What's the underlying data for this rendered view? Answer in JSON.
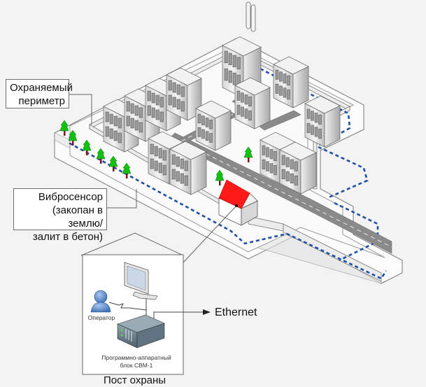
{
  "title": "Схема периметральной охраны с вибросенсором",
  "callouts": {
    "perimeter": [
      "Охраняемый",
      "периметр"
    ],
    "sensor": [
      "Вибросенсор",
      "(закопан в землю/",
      "залит в бетон)"
    ]
  },
  "guard_post": {
    "title": "Пост охраны",
    "operator_label": "Оператор",
    "unit_label": [
      "Программно-аппаратный",
      "блок СВМ-1"
    ],
    "network_label": "Ethernet"
  },
  "colors": {
    "background": "#f3f3f3",
    "sensor_line": "#1f4fa8",
    "roof": "#ff1a1a",
    "tree": "#11c011",
    "road": "#8a8a8a",
    "operator": "#5b8fd0"
  },
  "icons": [
    "building-icon",
    "factory-chimney-icon",
    "tree-icon",
    "house-icon",
    "monitor-icon",
    "operator-icon",
    "server-unit-icon",
    "arrow-right-icon"
  ]
}
